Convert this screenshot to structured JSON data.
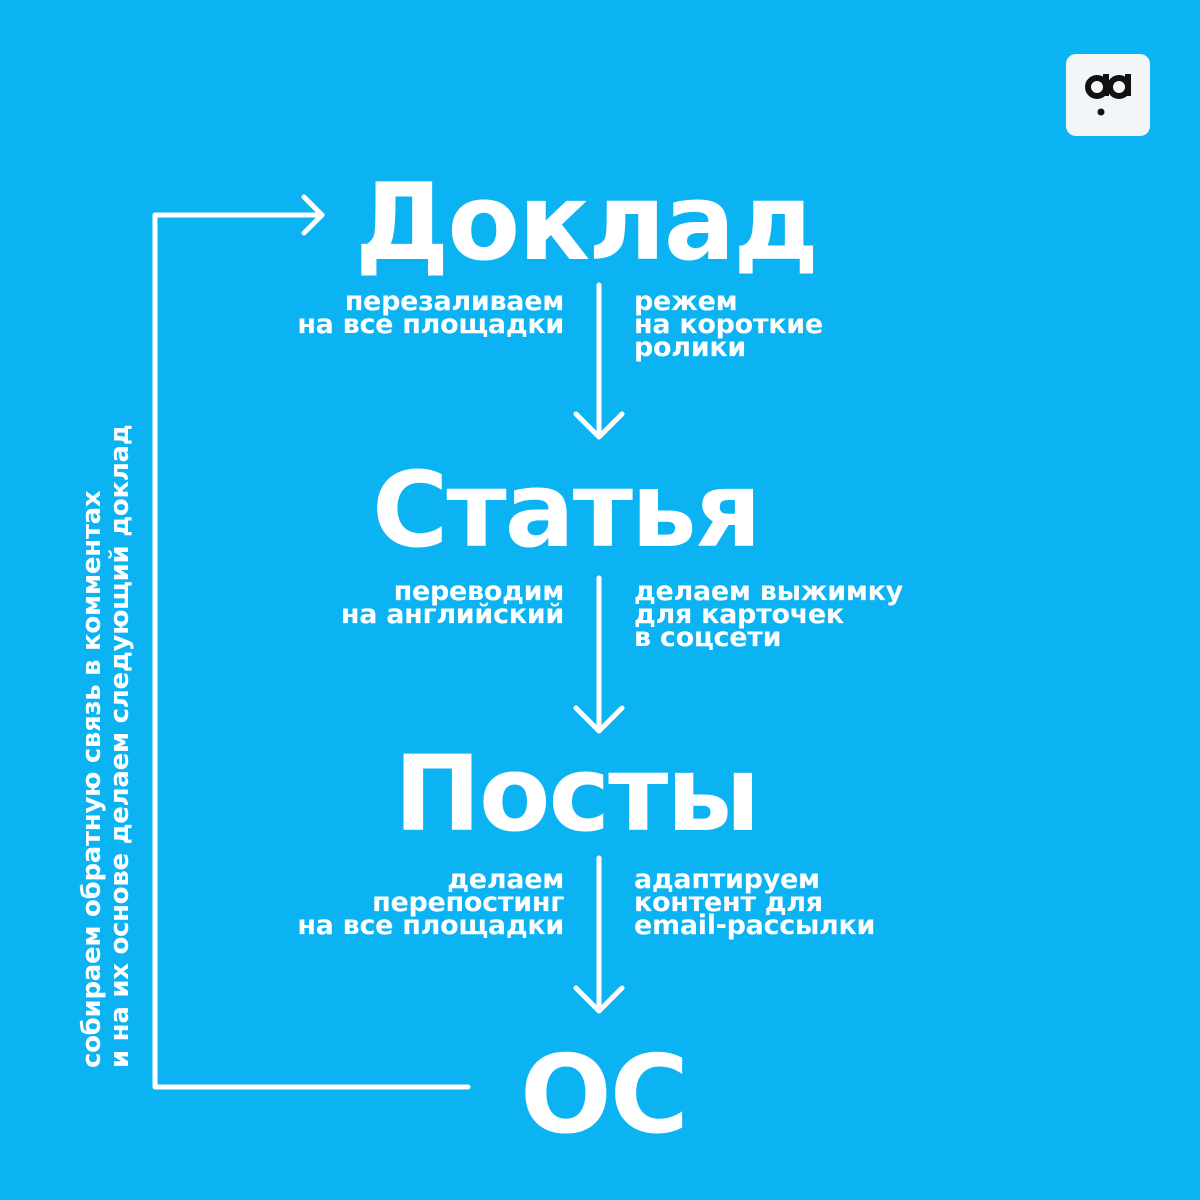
{
  "logo": {
    "text": "dd"
  },
  "stages": {
    "s1": "Доклад",
    "s2": "Статья",
    "s3": "Посты",
    "s4": "ОС"
  },
  "notes": {
    "n1_left": "перезаливаем\nна все площадки",
    "n1_right": "режем\nна короткие\nролики",
    "n2_left": "переводим\nна английский",
    "n2_right": "делаем выжимку\nдля карточек\nв соцсети",
    "n3_left": "делаем\nперепостинг\nна все площадки",
    "n3_right": "адаптируем\nконтент для\nemail-рассылки"
  },
  "feedback_loop": {
    "text": "собираем обратную связь в комментах\nи на их основе делаем следующий доклад"
  }
}
